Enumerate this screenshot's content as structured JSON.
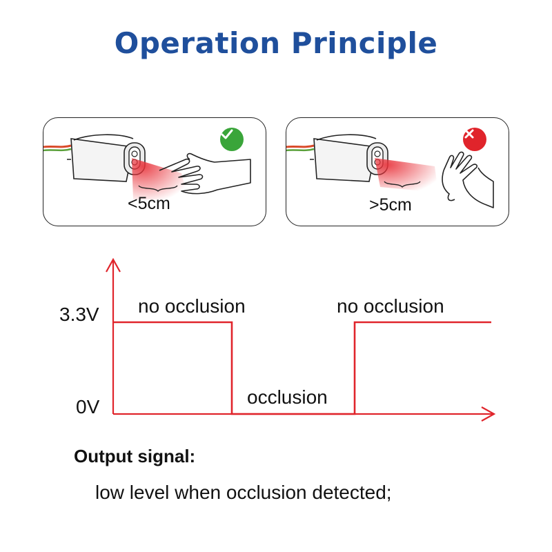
{
  "title": "Operation Principle",
  "panels": [
    {
      "distance": "<5cm",
      "status": "detected",
      "status_icon": "check-icon",
      "status_color": "#3aa53a"
    },
    {
      "distance": ">5cm",
      "status": "not-detected",
      "status_icon": "cross-icon",
      "status_color": "#e0242b"
    }
  ],
  "signal_chart": {
    "levels": {
      "high": "3.3V",
      "low": "0V"
    },
    "segments": [
      {
        "label": "no occlusion",
        "level": "high"
      },
      {
        "label": "occlusion",
        "level": "low"
      },
      {
        "label": "no occlusion",
        "level": "high"
      }
    ],
    "line_color": "#e0242b"
  },
  "output": {
    "title": "Output signal:",
    "description": "low level when occlusion detected;"
  }
}
